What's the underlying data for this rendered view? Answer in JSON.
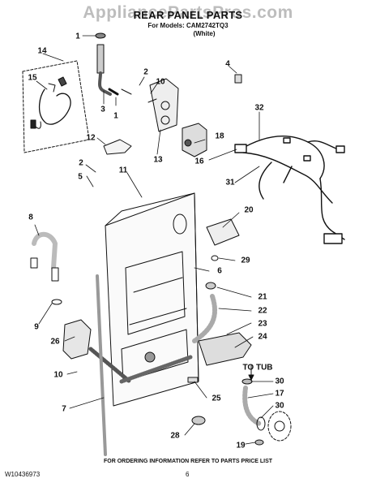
{
  "watermark": "AppliancePartsPros.com",
  "title": "REAR PANEL PARTS",
  "subtitle_line1": "For Models: CAM2742TQ3",
  "subtitle_line2": "(White)",
  "to_tub_label": "TO TUB",
  "callouts": {
    "c1a": "1",
    "c1b": "1",
    "c2a": "2",
    "c2b": "2",
    "c3": "3",
    "c4": "4",
    "c5": "5",
    "c6": "6",
    "c7": "7",
    "c8": "8",
    "c9": "9",
    "c10a": "10",
    "c10b": "10",
    "c11": "11",
    "c12": "12",
    "c13": "13",
    "c14": "14",
    "c15": "15",
    "c16": "16",
    "c17": "17",
    "c18": "18",
    "c19": "19",
    "c20": "20",
    "c21": "21",
    "c22": "22",
    "c23": "23",
    "c24": "24",
    "c25": "25",
    "c26": "26",
    "c28": "28",
    "c29": "29",
    "c30a": "30",
    "c30b": "30",
    "c31": "31",
    "c32": "32"
  },
  "footer": "FOR ORDERING INFORMATION REFER TO PARTS PRICE LIST",
  "doc_number": "W10436973",
  "page_number": "6"
}
